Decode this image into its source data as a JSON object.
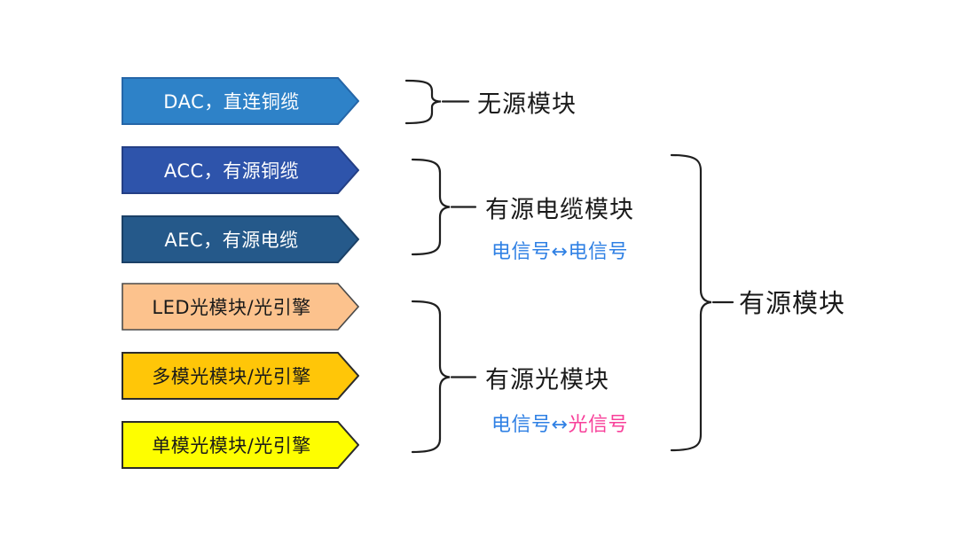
{
  "arrows": [
    {
      "id": "dac",
      "label": "DAC，直连铜缆",
      "fill": "#2E82C8",
      "stroke": "#2566A8",
      "text": "light"
    },
    {
      "id": "acc",
      "label": "ACC，有源铜缆",
      "fill": "#2E54AB",
      "stroke": "#243F85",
      "text": "light"
    },
    {
      "id": "aec",
      "label": "AEC，有源电缆",
      "fill": "#25598A",
      "stroke": "#1B4066",
      "text": "light"
    },
    {
      "id": "led",
      "label": "LED光模块/光引擎",
      "fill": "#FCC28D",
      "stroke": "#4A4A4A",
      "text": "dark"
    },
    {
      "id": "multimode",
      "label": "多模光模块/光引擎",
      "fill": "#FFC608",
      "stroke": "#2B2B2B",
      "text": "dark"
    },
    {
      "id": "singlemode",
      "label": "单模光模块/光引擎",
      "fill": "#FEFE00",
      "stroke": "#2B2B2B",
      "text": "dark"
    }
  ],
  "groups": {
    "passive": {
      "label": "无源模块"
    },
    "active_cable": {
      "label": "有源电缆模块",
      "signal": [
        "电信号",
        "↔",
        "电信号"
      ]
    },
    "active_optical": {
      "label": "有源光模块",
      "signal": [
        "电信号",
        "↔",
        "光信号"
      ]
    },
    "active": {
      "label": "有源模块"
    }
  },
  "colors": {
    "signal_blue": "#2F80E4",
    "signal_pink": "#F8409A",
    "brace": "#1F1F1F",
    "background": "#FFFFFF"
  }
}
